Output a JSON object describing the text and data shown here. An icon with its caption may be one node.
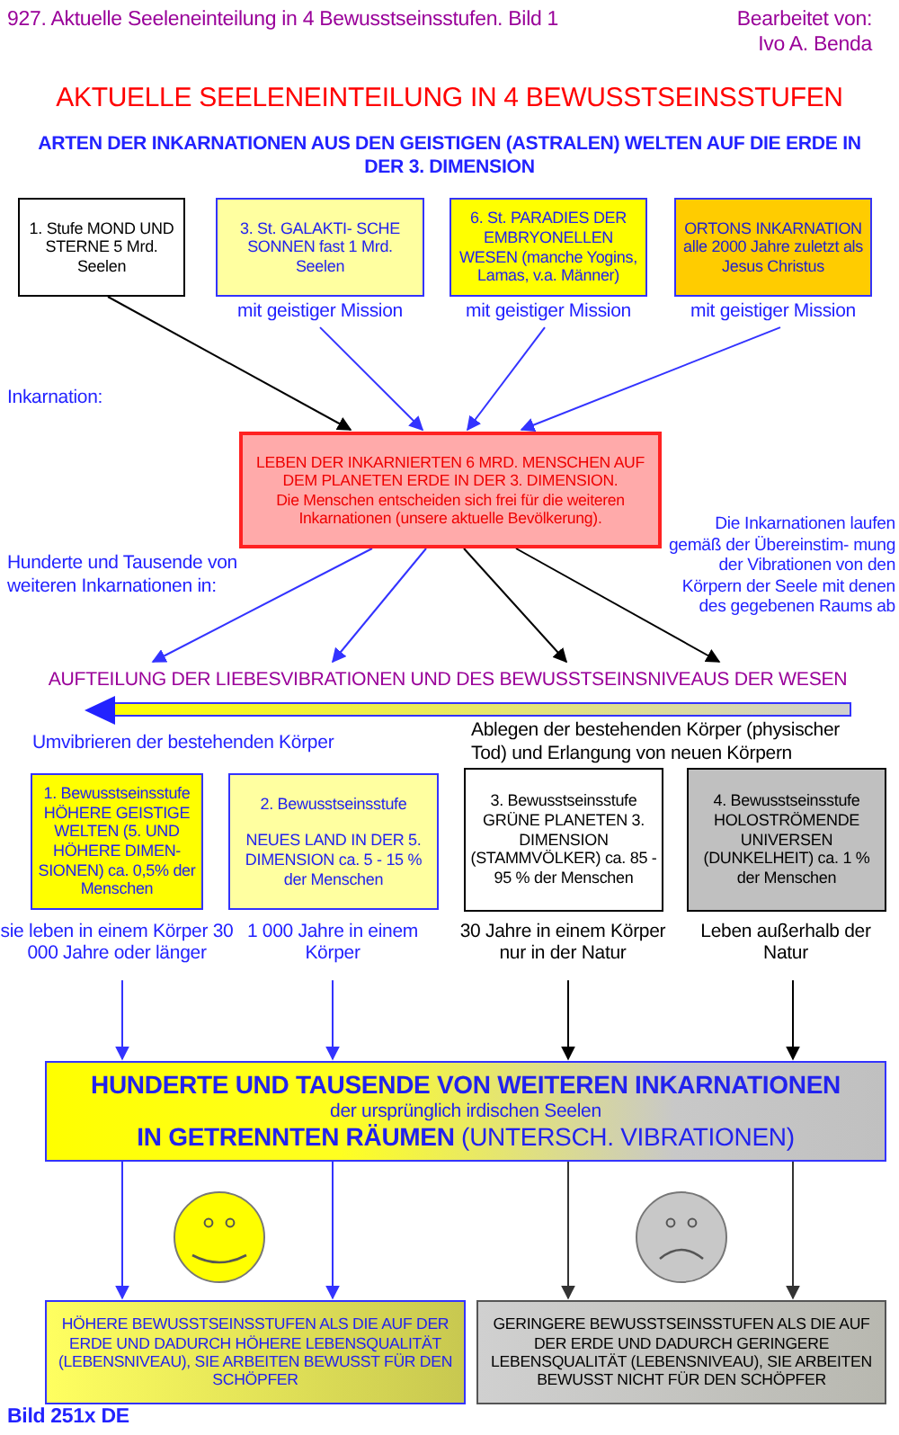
{
  "diagram": {
    "title": "AKTUELLE SEELENEINTEILUNG IN 4 BEWUSSTSEINSSTUFEN",
    "nodes": [
      {
        "text": [
          "1. Stufe MOND UND STERNE 5 Mrd. Seelen"
        ]
      },
      {
        "text": [
          "3. St. GALAKTI- SCHE SONNEN fast 1 Mrd. Seelen"
        ],
        "beside": [
          "mit geistiger Mission"
        ]
      },
      {
        "text": [
          "6. St. PARADIES DER EMBRYONELLEN WESEN (manche Yogins, Lamas, v.a. Männer)"
        ],
        "beside": [
          "mit geistiger Mission"
        ]
      },
      {
        "text": [
          "ORTONS INKARNATION alle 2000 Jahre zuletzt als Jesus Christus"
        ],
        "beside": [
          "mit geistiger Mission"
        ]
      },
      {
        "text": [
          "LEBEN DER INKARNIERTEN 6 MRD. MENSCHEN AUF DEM PLANETEN ERDE IN DER 3. DIMENSION.",
          "Die Menschen entscheiden sich frei für die weiteren Inkarnationen (unsere aktuelle Bevölkerung)."
        ]
      },
      {
        "text": [
          "AUFTEILUNG DER LIEBESVIBRATIONEN UND DES BEWUSSTSEINSNIVEAUS DER WESEN"
        ]
      },
      {
        "text": [
          "1. Bewusstseinsstufe HÖHERE GEISTIGE WELTEN (5. UND HÖHERE DIMEN- SIONEN) ca. 0,5% der Menschen"
        ],
        "beside": [
          "sie leben in einem Körper 30 000 Jahre oder länger"
        ]
      },
      {
        "text": [
          "2. Bewusstseinsstufe",
          "NEUES LAND IN DER 5. DIMENSION ca. 5 - 15 % der Menschen"
        ],
        "beside": [
          "1 000 Jahre in einem Körper"
        ]
      },
      {
        "text": [
          "3. Bewusstseinsstufe GRÜNE PLANETEN 3. DIMENSION (STAMMVÖLKER) ca. 85 - 95 % der Menschen"
        ],
        "beside": [
          "30 Jahre in einem Körper nur in der Natur"
        ]
      },
      {
        "text": [
          "4. Bewusstseinsstufe HOLOSTRÖMENDE UNIVERSEN (DUNKELHEIT) ca. 1 % der Menschen"
        ],
        "beside": [
          "Leben außerhalb der Natur"
        ]
      },
      {
        "text": [
          "HUNDERTE UND TAUSENDE VON WEITEREN INKARNATIONEN",
          "der ursprünglich irdischen Seelen",
          "**IN GETRENNTEN RÄUMEN** (UNTERSCH. VIBRATIONEN)"
        ]
      },
      {
        "text": [
          "HÖHERE BEWUSSTSEINSSTUFEN ALS DIE AUF DER ERDE UND DADURCH HÖHERE LEBENSQUALITÄT (LEBENSNIVEAU), SIE ARBEITEN BEWUSST FÜR DEN SCHÖPFER"
        ]
      },
      {
        "text": [
          "GERINGERE BEWUSSTSEINSSTUFEN ALS DIE AUF DER ERDE UND DADURCH GERINGERE LEBENSQUALITÄT (LEBENSNIVEAU), SIE ARBEITEN BEWUSST NICHT FÜR DEN SCHÖPFER"
        ]
      }
    ],
    "edges": [
      {
        "from": 0,
        "to": 4,
        "arrow": "to",
        "color": "#000000"
      },
      {
        "from": 1,
        "to": 4,
        "arrow": "to"
      },
      {
        "from": 2,
        "to": 4,
        "arrow": "to"
      },
      {
        "from": 3,
        "to": 4,
        "arrow": "to"
      },
      {
        "from": 4,
        "to": 5,
        "arrow": "to"
      },
      {
        "from": 4,
        "to": 5,
        "arrow": "to"
      },
      {
        "from": 4,
        "to": 5,
        "arrow": "to",
        "color": "#000000"
      },
      {
        "from": 4,
        "to": 5,
        "arrow": "to",
        "color": "#000000"
      },
      {
        "from": 6,
        "to": 10,
        "arrow": "to"
      },
      {
        "from": 7,
        "to": 10,
        "arrow": "to"
      },
      {
        "from": 8,
        "to": 10,
        "arrow": "to",
        "color": "#000000"
      },
      {
        "from": 9,
        "to": 10,
        "arrow": "to",
        "color": "#000000"
      },
      {
        "from": 10,
        "to": 11,
        "arrow": "to"
      },
      {
        "from": 10,
        "to": 11,
        "arrow": "to"
      },
      {
        "from": 10,
        "to": 12,
        "arrow": "to",
        "color": "#333333"
      },
      {
        "from": 10,
        "to": 12,
        "arrow": "to",
        "color": "#333333"
      }
    ],
    "labels": [
      "927. Aktuelle Seeleneinteilung in 4 Bewusstseinsstufen. Bild 1",
      "Bearbeitet von: Ivo A. Benda",
      "ARTEN DER INKARNATIONEN AUS DEN GEISTIGEN (ASTRALEN) WELTEN AUF DIE ERDE IN DER 3. DIMENSION",
      "Inkarnation:",
      "Hunderte und Tausende von weiteren Inkarnationen in:",
      "Die Inkarnationen laufen gemäß der Übereinstim- mung der Vibrationen von den Körpern der Seele mit denen des gegebenen Raums ab",
      "Umvibrieren der bestehenden Körper",
      "Ablegen der bestehenden Körper (physischer Tod) und Erlangung von neuen Körpern",
      "Bild 251x DE"
    ]
  }
}
